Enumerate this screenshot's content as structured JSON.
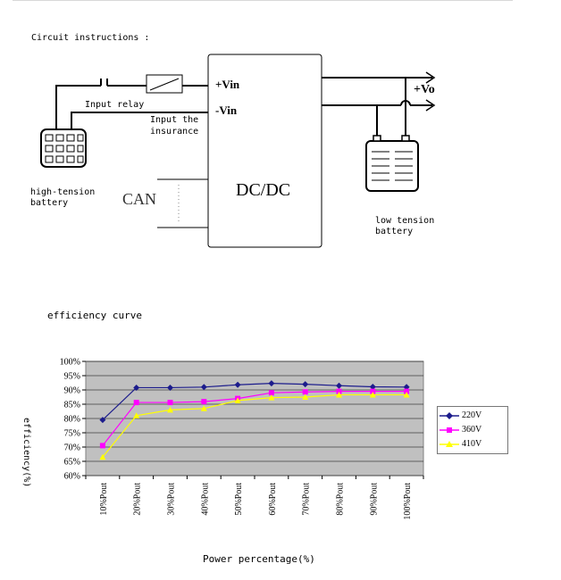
{
  "diagram": {
    "heading": "Circuit instructions :",
    "input_relay": "Input relay",
    "input_insurance_line1": "Input the",
    "input_insurance_line2": "insurance",
    "plus_vin": "+Vin",
    "minus_vin": "-Vin",
    "dcdc": "DC/DC",
    "can": "CAN",
    "vo": "+Vo",
    "hv_battery_line1": "high-tension",
    "hv_battery_line2": "battery",
    "lv_battery_line1": "low tension",
    "lv_battery_line2": "battery"
  },
  "section_title": "efficiency curve",
  "chart_data": {
    "type": "line",
    "title": "",
    "xlabel": "Power percentage(%)",
    "ylabel": "efficiency(%)",
    "categories": [
      "10%Pout",
      "20%Pout",
      "30%Pout",
      "40%Pout",
      "50%Pout",
      "60%Pout",
      "70%Pout",
      "80%Pout",
      "90%Pout",
      "100%Pout"
    ],
    "y_ticks": [
      "100%",
      "95%",
      "90%",
      "85%",
      "80%",
      "75%",
      "70%",
      "65%",
      "60%"
    ],
    "ylim": [
      60,
      100
    ],
    "grid": true,
    "legend_position": "right",
    "background_color": "#c0c0c0",
    "series": [
      {
        "name": "220V",
        "color": "#1c1c8c",
        "marker": "diamond",
        "values": [
          79.5,
          90.8,
          90.8,
          91.0,
          91.8,
          92.3,
          92.0,
          91.5,
          91.1,
          91.0
        ]
      },
      {
        "name": "360V",
        "color": "#ff00ff",
        "marker": "square",
        "values": [
          70.5,
          85.6,
          85.6,
          85.9,
          87.0,
          89.0,
          89.3,
          89.5,
          89.5,
          89.5
        ]
      },
      {
        "name": "410V",
        "color": "#ffff00",
        "marker": "triangle",
        "values": [
          66.5,
          81.0,
          83.0,
          83.5,
          86.3,
          87.3,
          87.5,
          88.3,
          88.3,
          88.3
        ]
      }
    ]
  }
}
